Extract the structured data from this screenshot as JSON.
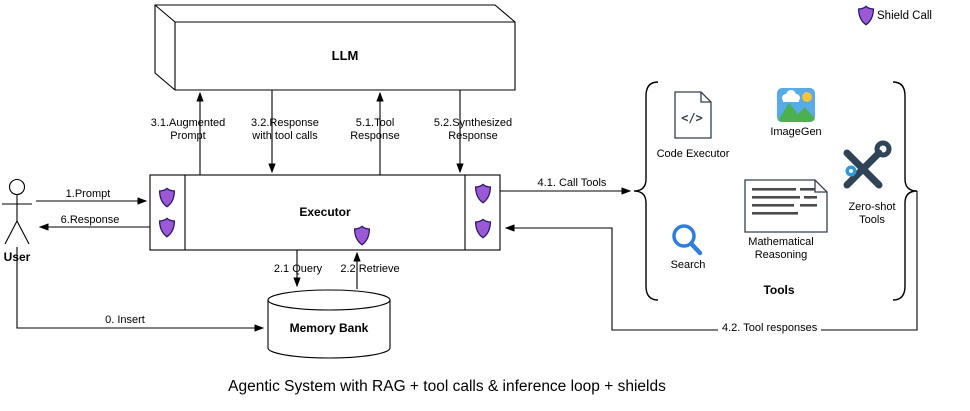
{
  "caption": "Agentic System with RAG + tool calls & inference loop + shields",
  "legend": {
    "shield_label": "Shield Call"
  },
  "nodes": {
    "llm": "LLM",
    "executor": "Executor",
    "memory_bank": "Memory Bank",
    "user": "User"
  },
  "tools": {
    "group_label": "Tools",
    "code_executor": "Code Executor",
    "code_glyph": "</>",
    "imagegen": "ImageGen",
    "search": "Search",
    "math_reasoning": "Mathematical Reasoning",
    "zero_shot": "Zero-shot Tools"
  },
  "edges": {
    "insert": "0. Insert",
    "prompt": "1.Prompt",
    "query": "2.1 Query",
    "retrieve": "2.2 Retrieve",
    "augmented_prompt": "3.1.Augmented Prompt",
    "response_with_tool_calls": "3.2.Response with tool calls",
    "call_tools": "4.1. Call Tools",
    "tool_responses": "4.2. Tool responses",
    "tool_response": "5.1.Tool Response",
    "synthesized_response": "5.2.Synthesized Response",
    "response": "6.Response"
  },
  "colors": {
    "shield_fill": "#9B59D6",
    "shield_stroke": "#2A1A6E",
    "search_blue": "#2E7DE1",
    "image_sky": "#57ABE8",
    "image_green": "#4CAF50",
    "image_sun": "#F5C33B",
    "tool_dark": "#2F4456",
    "gear_blue": "#2E9BD6"
  }
}
